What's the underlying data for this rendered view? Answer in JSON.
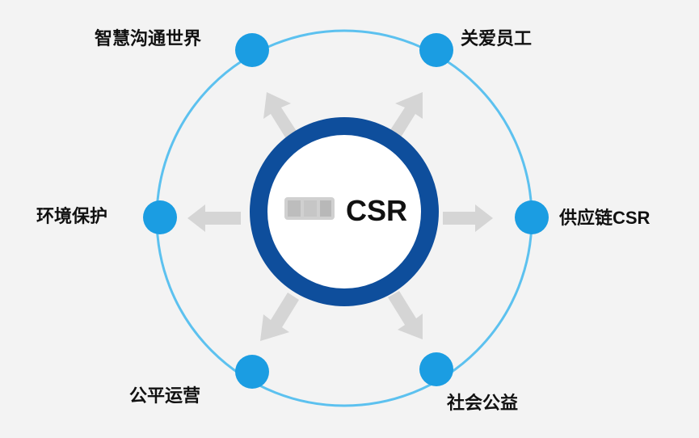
{
  "center": {
    "label": "CSR",
    "blurred_logo": true
  },
  "nodes": [
    {
      "label": "智慧沟通世界"
    },
    {
      "label": "关爱员工"
    },
    {
      "label": "供应链CSR"
    },
    {
      "label": "社会公益"
    },
    {
      "label": "公平运营"
    },
    {
      "label": "环境保护"
    }
  ],
  "colors": {
    "background": "#f3f3f3",
    "outer_circle": "#5cc1ef",
    "node": "#1b9de2",
    "center_ring": "#0e4e9c",
    "center_fill": "#ffffff",
    "arrow": "#d5d5d5"
  }
}
